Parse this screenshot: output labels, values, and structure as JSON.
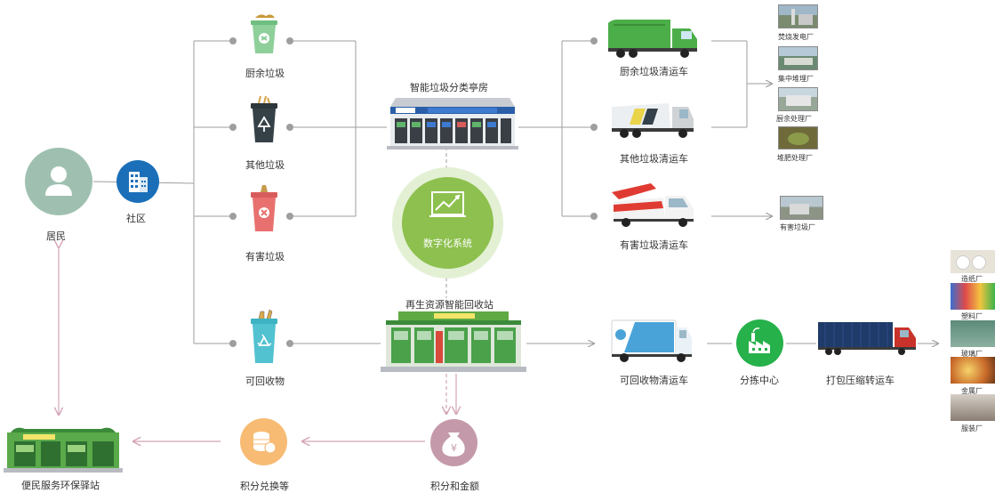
{
  "nodes": {
    "resident": "居民",
    "community": "社区",
    "kitchen_waste": "厨余垃圾",
    "other_waste": "其他垃圾",
    "hazardous_waste": "有害垃圾",
    "recyclables": "可回收物",
    "smart_room": "智能垃圾分类亭房",
    "digital_system": "数字化系统",
    "recycling_station": "再生资源智能回收站",
    "points_money": "积分和金额",
    "points_exchange": "积分兑换等",
    "service_station": "便民服务环保驿站",
    "kitchen_truck": "厨余垃圾清运车",
    "other_truck": "其他垃圾清运车",
    "hazardous_truck": "有害垃圾清运车",
    "recyclable_truck": "可回收物清运车",
    "sorting_center": "分拣中心",
    "compress_truck": "打包压缩转运车"
  },
  "plants": {
    "incineration": "焚烧发电厂",
    "landfill": "集中堆埋厂",
    "kitchen_plant": "厨余处理厂",
    "compost": "堆肥处理厂",
    "hazardous_plant": "有害垃圾厂"
  },
  "factories": {
    "paper": "造纸厂",
    "plastic": "塑料厂",
    "glass": "玻璃厂",
    "metal": "金属厂",
    "clothing": "服装厂"
  },
  "colors": {
    "line": "#9e9e9e",
    "pink_line": "#d4a5b8",
    "resident_circle": "#9fc0b1",
    "community_circle": "#1b6fb8",
    "digital_green": "#8dc04e",
    "sorting_green": "#26b14a",
    "points_orange": "#f7bb74",
    "money_pink": "#c49aaa",
    "kitchen_bin": "#8ecf9a",
    "other_bin": "#354147",
    "hazard_bin": "#e8716f",
    "recycle_bin": "#52c2d1"
  }
}
